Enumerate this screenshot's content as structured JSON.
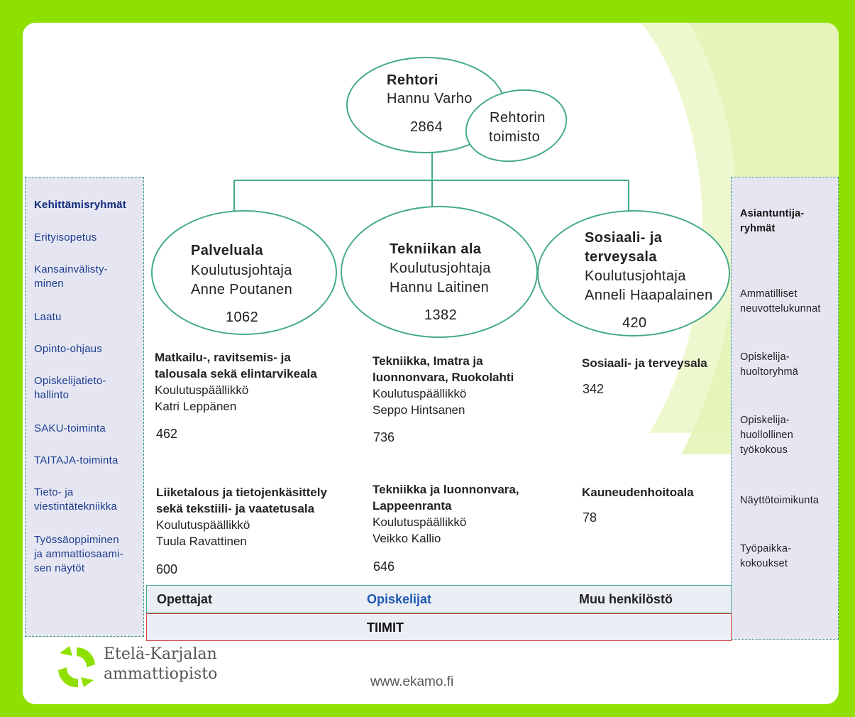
{
  "colors": {
    "frame": "#8fe000",
    "accent_light": "#eaf7c4",
    "line": "#44aa88",
    "panel": "#e5e6f2",
    "highlight_blue": "#1f5bb0",
    "team_border": "#d63a3a"
  },
  "left_panel": {
    "heading": "Kehittämisryhmät",
    "items": [
      "Erityisopetus",
      "Kansainvälisty-\nminen",
      "Laatu",
      "Opinto-ohjaus",
      "Opiskelijatieto-\nhallinto",
      "SAKU-toiminta",
      "TAITAJA-toiminta",
      "Tieto- ja\nviestintätekniikka",
      "Työssäoppiminen\nja ammattiosaami-\nsen näytöt"
    ]
  },
  "right_panel": {
    "heading": "Asiantuntija-\nryhmät",
    "items": [
      "Ammatilliset\nneuvottelukunnat",
      "Opiskelija-\nhuoltoryhmä",
      "Opiskelija-\nhuollollinen\ntyökokous",
      "Näyttötoimikunta",
      "Työpaikka-\nkokoukset"
    ]
  },
  "rector": {
    "title": "Rehtori",
    "name": "Hannu Varho",
    "count": "2864"
  },
  "rector_office": {
    "line1": "Rehtorin",
    "line2": "toimisto"
  },
  "divisions": [
    {
      "title": "Palveluala",
      "role": "Koulutusjohtaja",
      "name": "Anne Poutanen",
      "count": "1062"
    },
    {
      "title": "Tekniikan ala",
      "role": "Koulutusjohtaja",
      "name": "Hannu Laitinen",
      "count": "1382"
    },
    {
      "title_line1": "Sosiaali- ja",
      "title_line2": "terveysala",
      "role": "Koulutusjohtaja",
      "name": "Anneli Haapalainen",
      "count": "420"
    }
  ],
  "units": [
    {
      "title_line1": "Matkailu-, ravitsemis- ja",
      "title_line2": "talousala sekä elintarvikeala",
      "role": "Koulutuspäällikkö",
      "name": "Katri Leppänen",
      "count": "462"
    },
    {
      "title_line1": "Liiketalous ja tietojenkäsittely",
      "title_line2": "sekä tekstiili- ja vaatetusala",
      "role": "Koulutuspäällikkö",
      "name": "Tuula Ravattinen",
      "count": "600"
    },
    {
      "title_line1": "Tekniikka, Imatra  ja",
      "title_line2": "luonnonvara, Ruokolahti",
      "role": "Koulutuspäällikkö",
      "name": "Seppo Hintsanen",
      "count": "736"
    },
    {
      "title_line1": "Tekniikka ja luonnonvara,",
      "title_line2": "Lappeenranta",
      "role": "Koulutuspäällikkö",
      "name": "Veikko Kallio",
      "count": "646"
    },
    {
      "title": "Sosiaali- ja terveysala",
      "count": "342"
    },
    {
      "title": "Kauneudenhoitoala",
      "count": "78"
    }
  ],
  "bottom_row": {
    "teachers": "Opettajat",
    "students": "Opiskelijat",
    "other_staff": "Muu henkilöstö"
  },
  "teams": "TIIMIT",
  "logo": {
    "line1": "Etelä-Karjalan",
    "line2": "ammattiopisto"
  },
  "website": "www.ekamo.fi"
}
